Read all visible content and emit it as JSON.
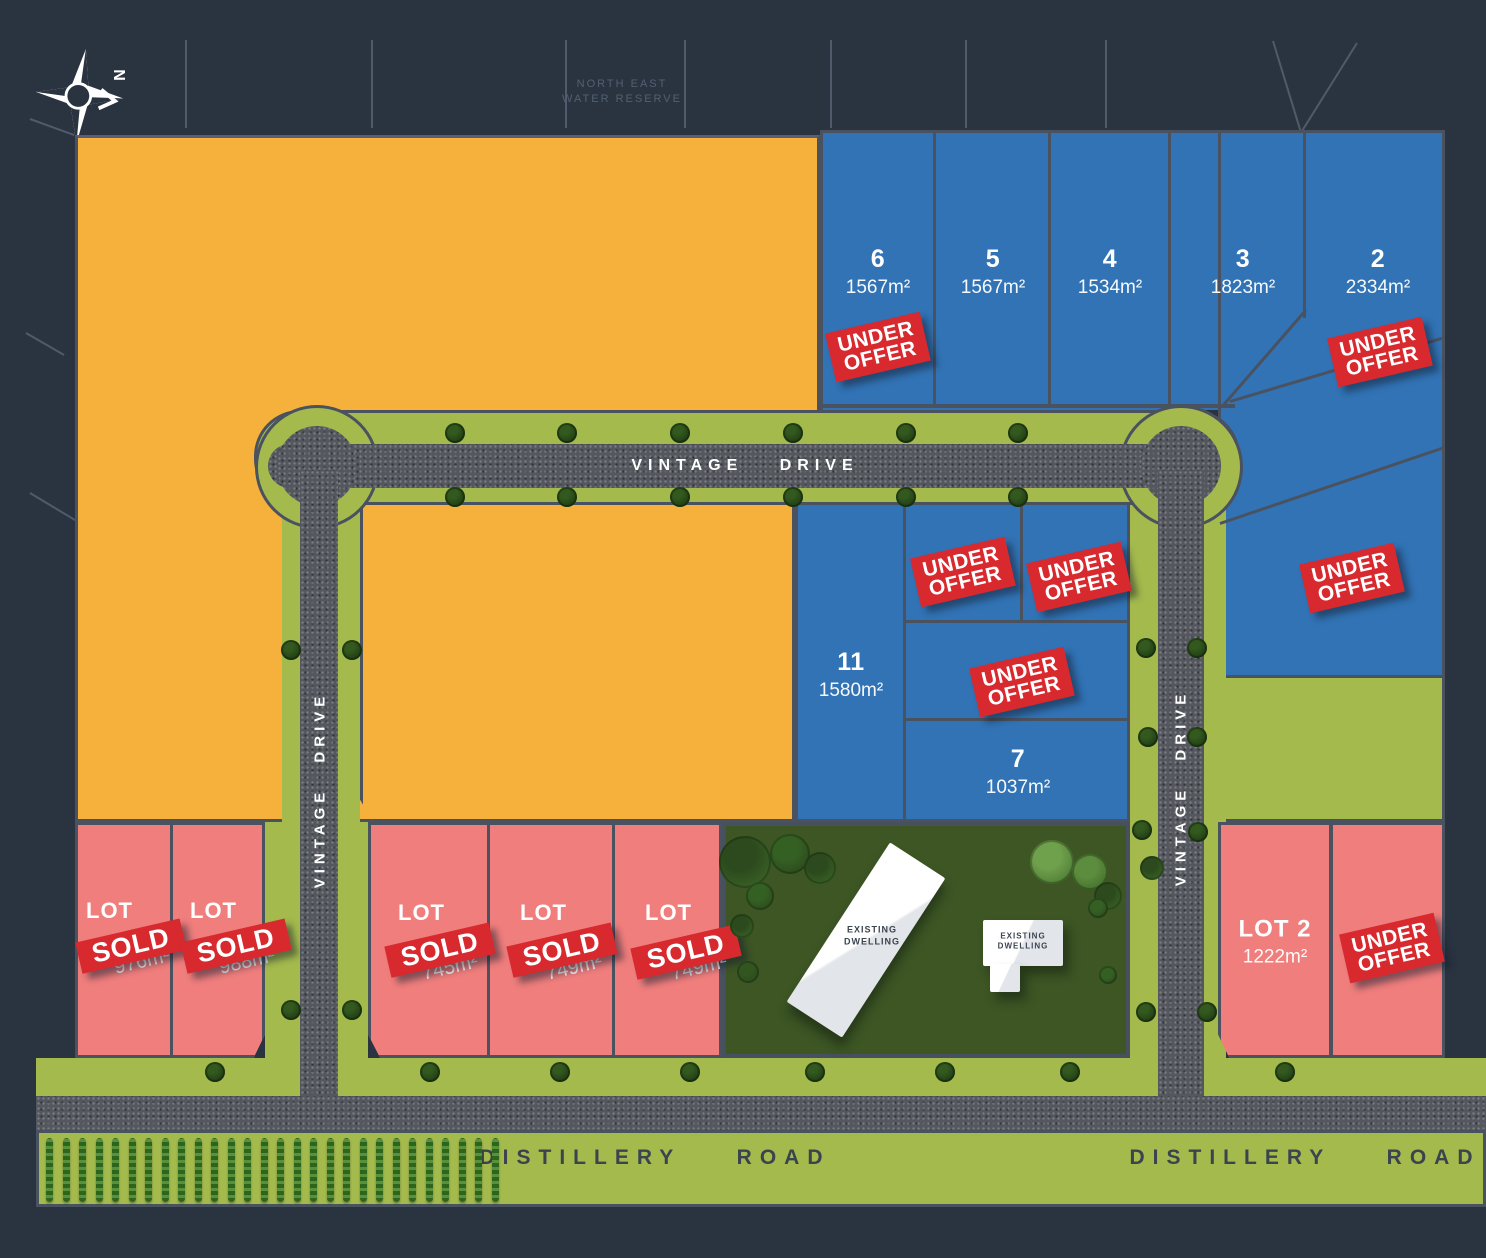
{
  "compass": {
    "letter": "N"
  },
  "reserve": {
    "line1": "NORTH EAST",
    "line2": "WATER RESERVE"
  },
  "streets": {
    "vintage": "VINTAGE DRIVE",
    "distillery": "DISTILLERY ROAD"
  },
  "status": {
    "sold": "SOLD",
    "under1": "UNDER",
    "under2": "OFFER"
  },
  "north_lots": [
    {
      "number": "6",
      "area": "1567m²",
      "status": "under-offer"
    },
    {
      "number": "5",
      "area": "1567m²",
      "status": "available"
    },
    {
      "number": "4",
      "area": "1534m²",
      "status": "available"
    },
    {
      "number": "3",
      "area": "1823m²",
      "status": "available"
    },
    {
      "number": "2",
      "area": "2334m²",
      "status": "under-offer"
    }
  ],
  "inner_lots": {
    "l11": {
      "number": "11",
      "area": "1580m²",
      "status": "available"
    },
    "l10": {
      "status": "under-offer"
    },
    "l9": {
      "status": "under-offer"
    },
    "l8": {
      "status": "under-offer"
    },
    "l7": {
      "number": "7",
      "area": "1037m²",
      "status": "available"
    }
  },
  "east_lot": {
    "status": "under-offer"
  },
  "south_lots": {
    "sw": [
      {
        "label": "LOT",
        "area": "976m²",
        "status": "sold"
      },
      {
        "label": "LOT",
        "area": "988m²",
        "status": "sold"
      }
    ],
    "sm": [
      {
        "label": "LOT",
        "area": "745m²",
        "status": "sold"
      },
      {
        "label": "LOT",
        "area": "749m²",
        "status": "sold"
      },
      {
        "label": "LOT",
        "area": "749m²",
        "status": "sold"
      }
    ],
    "se": {
      "label": "LOT 2",
      "area": "1222m²",
      "status": "available"
    },
    "se2": {
      "status": "under-offer"
    }
  },
  "dwelling": {
    "line1": "EXISTING",
    "line2": "DWELLING"
  },
  "colors": {
    "background": "#2A3440",
    "lot_orange": "#F6B13C",
    "lot_blue": "#3173B5",
    "lot_pink": "#F07E7D",
    "badge_red": "#D7292E",
    "verge_green": "#A4BA4D",
    "estate_green": "#3D5624",
    "asphalt": "#54575E",
    "lot_border": "#4A5260"
  }
}
